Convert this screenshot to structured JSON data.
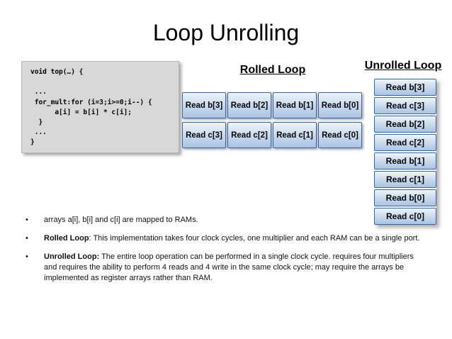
{
  "slide": {
    "title": "Loop Unrolling"
  },
  "code_block": {
    "code": "void top(…) {\n\n ...\n for_mult:for (i=3;i>=0;i--) {\n      a[i] = b[i] * c[i];\n  }\n ...\n}"
  },
  "rolled_loop": {
    "heading": "Rolled Loop",
    "cells": [
      "Read b[3]",
      "Read b[2]",
      "Read b[1]",
      "Read b[0]",
      "Read c[3]",
      "Read c[2]",
      "Read c[1]",
      "Read c[0]"
    ]
  },
  "unrolled_loop": {
    "heading": "Unrolled Loop",
    "cells": [
      "Read b[3]",
      "Read c[3]",
      "Read b[2]",
      "Read c[2]",
      "Read b[1]",
      "Read c[1]",
      "Read b[0]",
      "Read c[0]"
    ]
  },
  "bullets": {
    "marker": "•",
    "items": [
      {
        "lead": "",
        "text": "arrays a[i], b[i] and c[i] are mapped to RAMs."
      },
      {
        "lead": "Rolled Loop",
        "text": ": This implementation takes four clock cycles, one multiplier and each RAM can be a single port."
      },
      {
        "lead": "Unrolled Loop:",
        "text": " The entire loop operation can be performed in a single clock cycle. requires four multipliers and requires the ability to perform 4 reads  and 4 write in the same clock cycle; may require the arrays be implemented as register arrays rather than RAM."
      }
    ]
  },
  "colors": {
    "box_border": "#3a64a0",
    "box_fill_light": "#eef4fb",
    "box_fill_dark": "#aac4e4",
    "code_bg": "#d8d8d8",
    "heading_text": "#000000"
  }
}
